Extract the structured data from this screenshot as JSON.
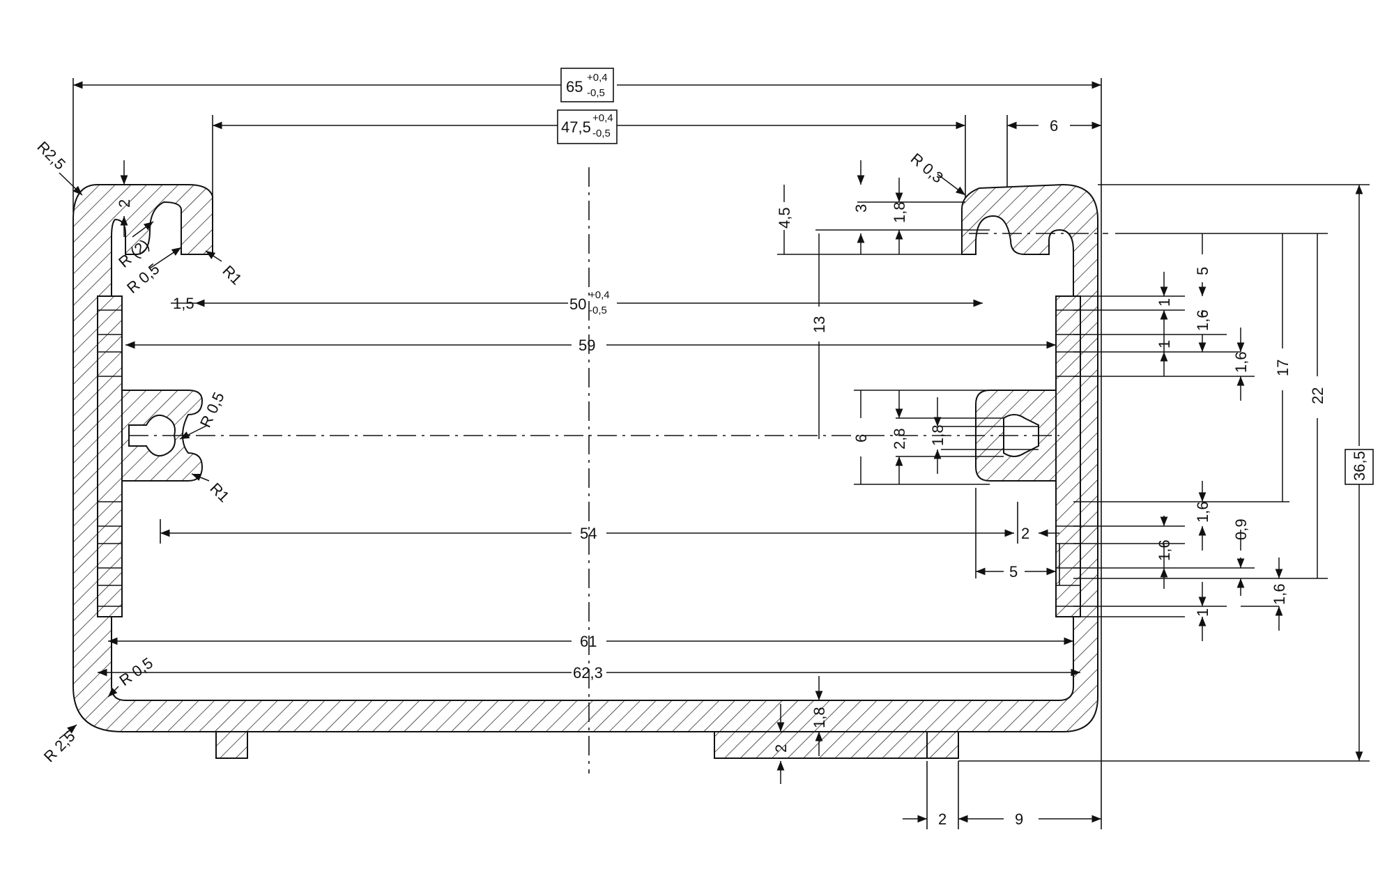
{
  "dimensions": {
    "overall_width": "65",
    "overall_width_tol_plus": "+0,4",
    "overall_width_tol_minus": "-0,5",
    "inner_opening": "47,5",
    "inner_opening_tol_plus": "+0,4",
    "inner_opening_tol_minus": "-0,5",
    "lip_to_lip": "50",
    "lip_to_lip_tol_plus": "+0,4",
    "lip_to_lip_tol_minus": "-0,5",
    "slot_span_59": "59",
    "slot_span_54": "54",
    "inner_width_61": "61",
    "inner_width_62_3": "62,3",
    "overall_height": "36,5",
    "edge_6": "6",
    "edge_9": "9",
    "foot_width_2": "2",
    "flange_1_5": "1,5",
    "groove_width_2": "2",
    "groove_width_5": "5"
  },
  "vertical_dims": {
    "lip_4_5": "4,5",
    "lip_3": "3",
    "lip_1_8": "1,8",
    "lip_2": "2",
    "height_13": "13",
    "boss_6": "6",
    "boss_2_8": "2,8",
    "boss_1_8": "1,8",
    "rib_5": "5",
    "rib_1a": "1",
    "rib_1_6a": "1,6",
    "rib_1b": "1",
    "rib_1_6b": "1,6",
    "height_17": "17",
    "height_22": "22",
    "rib_1_6c": "1,6",
    "rib_0_9": "0,9",
    "rib_1_6d": "1,6",
    "rib_1_6e": "1,6",
    "rib_1c": "1",
    "floor_1_8": "1,8",
    "foot_2": "2"
  },
  "radii": {
    "r_2_5_top": "R2,5",
    "r_2_paren": "R (2)",
    "r_0_5_left": "R 0,5",
    "r_1_top": "R1",
    "r_0_3": "R 0,3",
    "r_0_5_boss": "R 0,5",
    "r_1_boss": "R1",
    "r_0_5_bottom": "R 0,5",
    "r_2_5_bottom": "R 2,5"
  }
}
